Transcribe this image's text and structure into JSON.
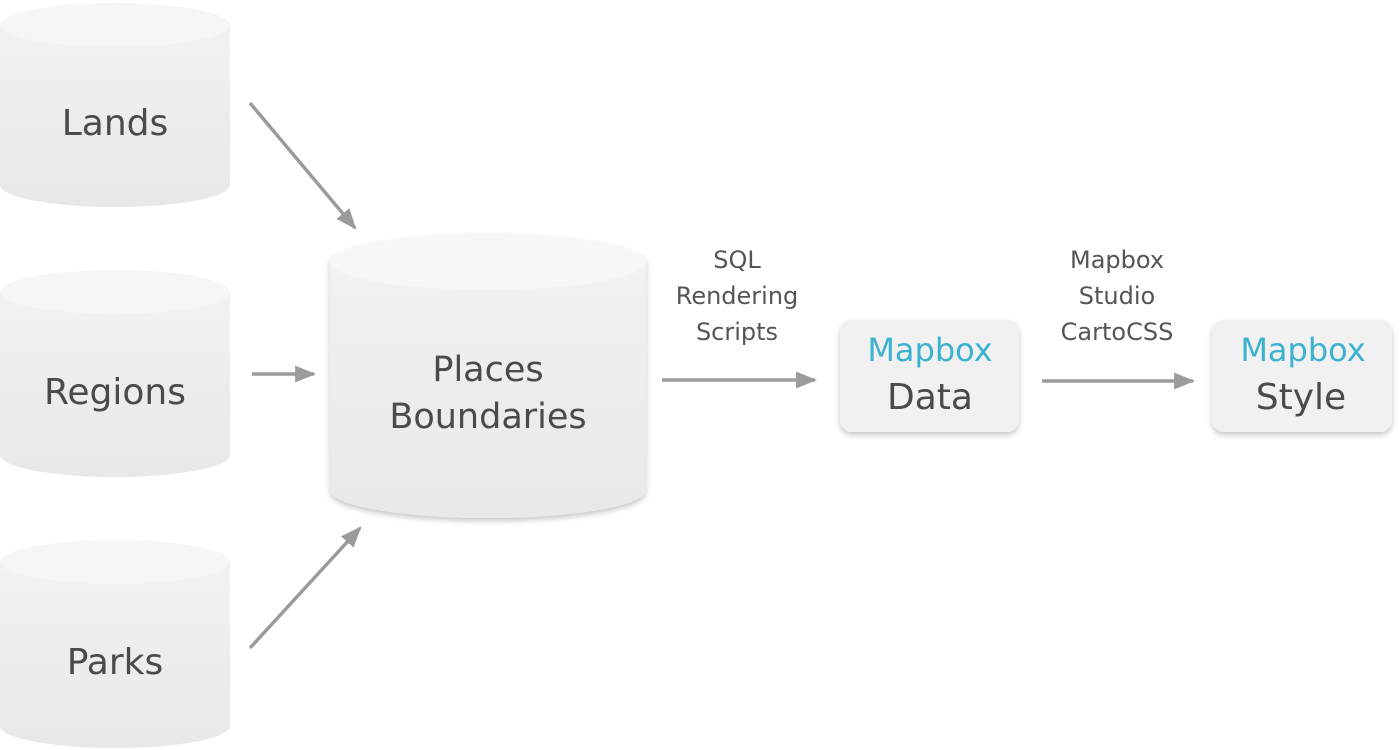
{
  "colors": {
    "cylinder_body": "#efefef",
    "cylinder_top": "#f6f6f6",
    "arrow": "#9b9b9b",
    "text": "#4a4a4a",
    "brand": "#3bb2d0"
  },
  "sources": {
    "lands": "Lands",
    "regions": "Regions",
    "parks": "Parks"
  },
  "hub": {
    "line1": "Places",
    "line2": "Boundaries"
  },
  "edges": {
    "hub_to_data": [
      "SQL",
      "Rendering",
      "Scripts"
    ],
    "data_to_style": [
      "Mapbox",
      "Studio",
      "CartoCSS"
    ]
  },
  "outputs": {
    "data": {
      "brand": "Mapbox",
      "label": "Data"
    },
    "style": {
      "brand": "Mapbox",
      "label": "Style"
    }
  }
}
